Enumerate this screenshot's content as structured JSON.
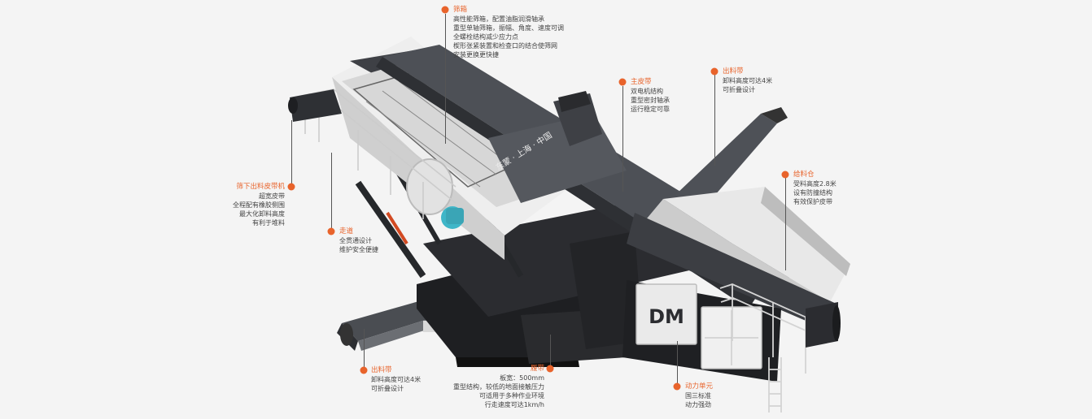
{
  "colors": {
    "accent": "#e8632b",
    "text": "#444444",
    "background": "#f4f4f4"
  },
  "machine": {
    "decal_text": "东蒙 · 上海 · 中国",
    "brand_letters": "DM"
  },
  "callouts": {
    "screen_box": {
      "title": "筛箱",
      "lines": [
        "高性能筛箱，配置油脂润滑轴承",
        "重型单轴筛箱，振幅、角度、速度可调",
        "全螺栓结构减少应力点",
        "楔形张紧装置和检查口的结合使筛网",
        "安装更换更快捷"
      ]
    },
    "main_belt": {
      "title": "主皮带",
      "lines": [
        "双电机结构",
        "重型密封轴承",
        "运行稳定可靠"
      ]
    },
    "discharge_belt_right": {
      "title": "出料带",
      "lines": [
        "卸料高度可达4米",
        "可折叠设计"
      ]
    },
    "hopper": {
      "title": "给料仓",
      "lines": [
        "受料高度2.8米",
        "设有防撞结构",
        "有效保护皮带"
      ]
    },
    "under_screen_belt": {
      "title": "筛下出料皮带机",
      "lines": [
        "超宽皮带",
        "全程配有橡胶侧围",
        "最大化卸料高度",
        "有利于堆料"
      ]
    },
    "walkway": {
      "title": "走道",
      "lines": [
        "全贯通设计",
        "维护安全便捷"
      ]
    },
    "discharge_belt_left": {
      "title": "出料带",
      "lines": [
        "卸料高度可达4米",
        "可折叠设计"
      ]
    },
    "track": {
      "title": "履带",
      "lines": [
        "板宽：500mm",
        "重型结构，较低的地面接触压力",
        "可适用于多种作业环境",
        "行走速度可达1km/h"
      ]
    },
    "power_unit": {
      "title": "动力单元",
      "lines": [
        "国三标准",
        "动力强劲"
      ]
    }
  }
}
